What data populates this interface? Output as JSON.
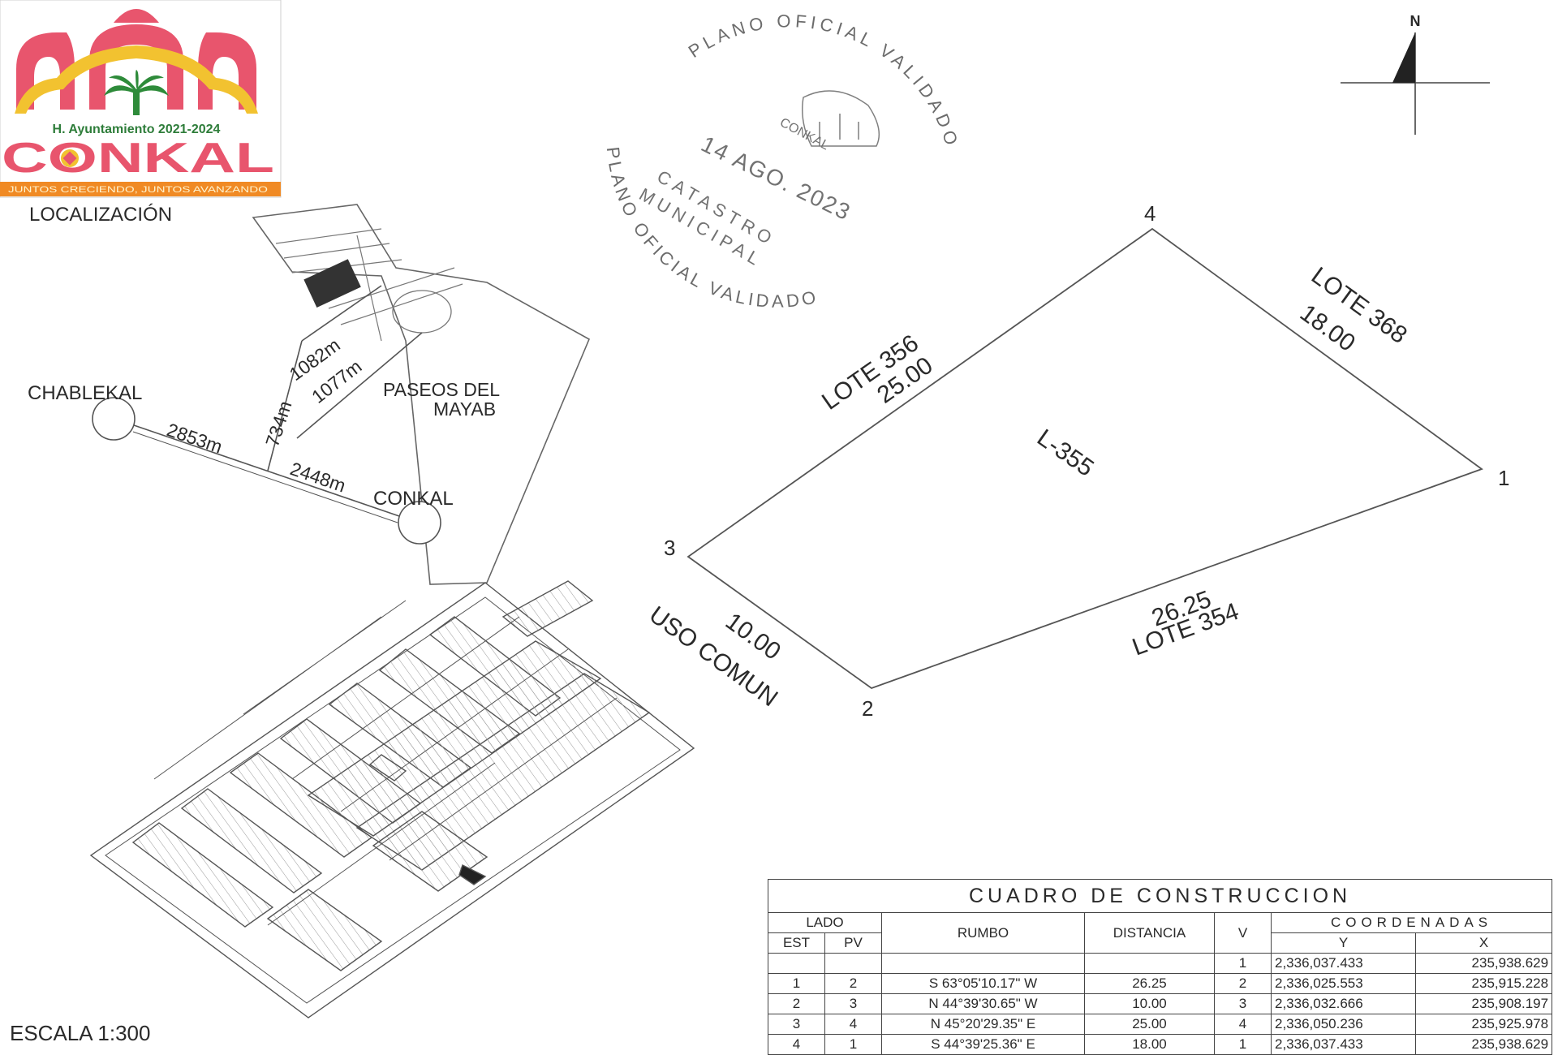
{
  "logo": {
    "council": "H. Ayuntamiento 2021-2024",
    "name": "CONKAL",
    "slogan": "JUNTOS CRECIENDO, JUNTOS AVANZANDO",
    "colors": {
      "pink": "#e8556d",
      "yellow": "#f2c230",
      "green": "#2e8b3a",
      "orange": "#f08a24"
    }
  },
  "location_map": {
    "title": "LOCALIZACIÓN",
    "places": {
      "chablekal": "CHABLEKAL",
      "conkal": "CONKAL",
      "paseos_line1": "PASEOS DEL",
      "paseos_line2": "MAYAB"
    },
    "distances": {
      "d2853": "2853m",
      "d2448": "2448m",
      "d734": "734m",
      "d1082": "1082m",
      "d1077": "1077m"
    }
  },
  "stamp": {
    "top_text": "PLANO OFICIAL VALIDADO",
    "bottom_text": "PLANO OFICIAL VALIDADO",
    "date": "14 AGO. 2023",
    "office_line1": "CATASTRO",
    "office_line2": "MUNICIPAL",
    "seal": "CONKAL"
  },
  "north_arrow": {
    "label": "N"
  },
  "lot": {
    "id": "L-355",
    "vertices": [
      "1",
      "2",
      "3",
      "4"
    ],
    "sides": {
      "north_west": {
        "neighbor": "LOTE 356",
        "length": "25.00"
      },
      "north_east": {
        "neighbor": "LOTE 368",
        "length": "18.00"
      },
      "south_east": {
        "neighbor": "LOTE 354",
        "length": "26.25"
      },
      "south_west": {
        "neighbor": "USO COMUN",
        "length": "10.00"
      }
    }
  },
  "scale": "ESCALA 1:300",
  "construction_table": {
    "title": "CUADRO DE CONSTRUCCION",
    "headers": {
      "lado": "LADO",
      "est": "EST",
      "pv": "PV",
      "rumbo": "RUMBO",
      "distancia": "DISTANCIA",
      "v": "V",
      "coordenadas": "COORDENADAS",
      "y": "Y",
      "x": "X"
    },
    "rows": [
      {
        "est": "",
        "pv": "",
        "rumbo": "",
        "distancia": "",
        "v": "1",
        "y": "2,336,037.433",
        "x": "235,938.629"
      },
      {
        "est": "1",
        "pv": "2",
        "rumbo": "S 63°05'10.17\" W",
        "distancia": "26.25",
        "v": "2",
        "y": "2,336,025.553",
        "x": "235,915.228"
      },
      {
        "est": "2",
        "pv": "3",
        "rumbo": "N 44°39'30.65\" W",
        "distancia": "10.00",
        "v": "3",
        "y": "2,336,032.666",
        "x": "235,908.197"
      },
      {
        "est": "3",
        "pv": "4",
        "rumbo": "N 45°20'29.35\" E",
        "distancia": "25.00",
        "v": "4",
        "y": "2,336,050.236",
        "x": "235,925.978"
      },
      {
        "est": "4",
        "pv": "1",
        "rumbo": "S 44°39'25.36\" E",
        "distancia": "18.00",
        "v": "1",
        "y": "2,336,037.433",
        "x": "235,938.629"
      }
    ]
  }
}
